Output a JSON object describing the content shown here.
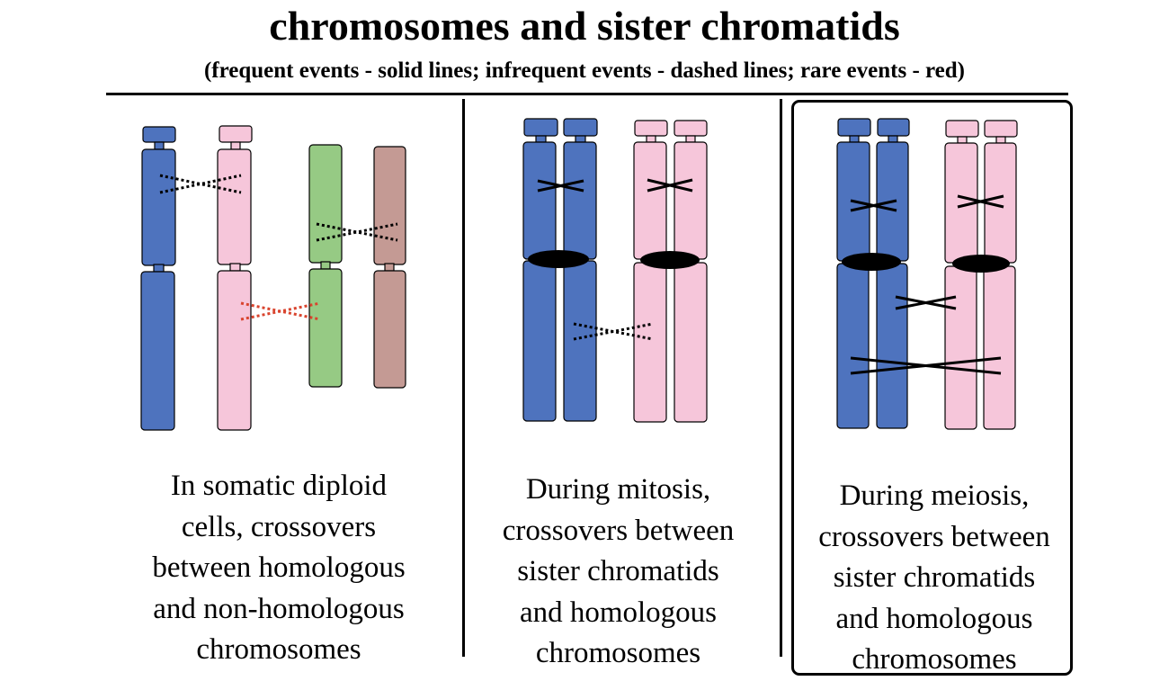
{
  "header": {
    "title": "chromosomes and sister chromatids",
    "subtitle": "(frequent events - solid lines; infrequent events - dashed lines; rare events - red)"
  },
  "colors": {
    "blue": "#4e73be",
    "pink": "#f6c6da",
    "green": "#96ca84",
    "brown": "#c49a94",
    "rare": "#d9442e",
    "outline": "#000000"
  },
  "panels": [
    {
      "id": "somatic",
      "caption_lines": [
        "In somatic diploid",
        "cells, crossovers",
        "between homologous",
        "and non-homologous",
        "chromosomes"
      ]
    },
    {
      "id": "mitosis",
      "caption_lines": [
        "During mitosis,",
        "crossovers between",
        "sister chromatids",
        "and homologous",
        "chromosomes"
      ]
    },
    {
      "id": "meiosis",
      "caption_lines": [
        "During meiosis,",
        "crossovers between",
        "sister chromatids",
        "and homologous",
        "chromosomes"
      ]
    }
  ]
}
